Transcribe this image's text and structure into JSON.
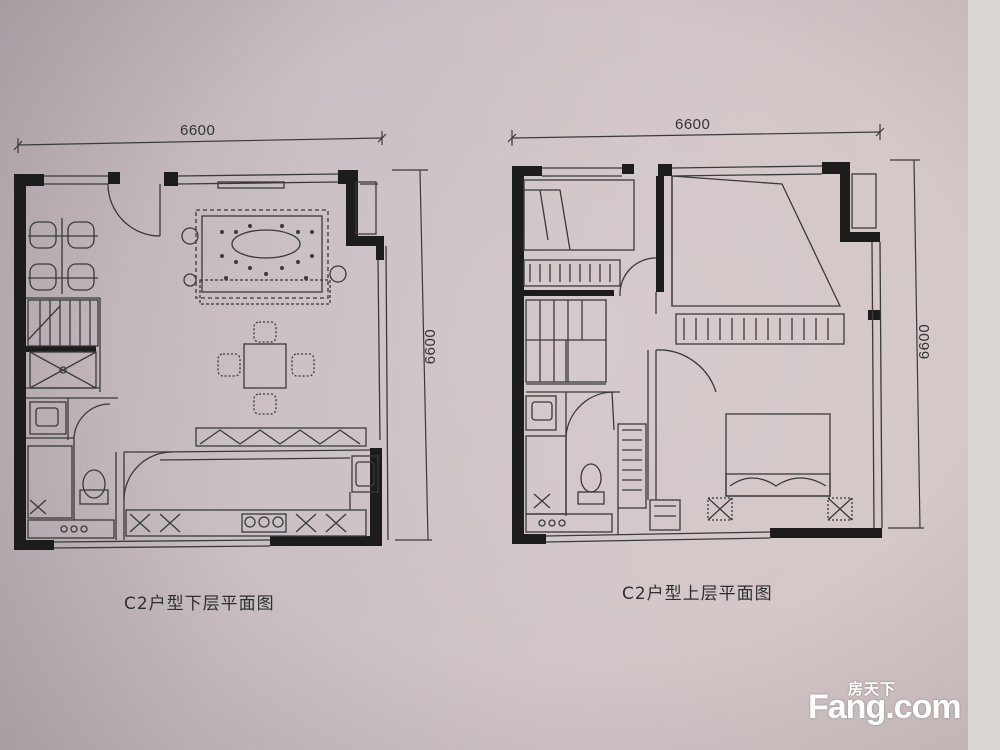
{
  "lower_plan": {
    "dimension_top": "6600",
    "dimension_side": "6600",
    "caption": "C2户型下层平面图"
  },
  "upper_plan": {
    "dimension_top": "6600",
    "dimension_side": "6600",
    "caption": "C2户型上层平面图"
  },
  "watermark": {
    "chinese": "房天下",
    "english": "Fang.com"
  },
  "colors": {
    "background": "#cdc2c5",
    "wall": "#1c1c1c",
    "line": "#3a3a3a"
  }
}
